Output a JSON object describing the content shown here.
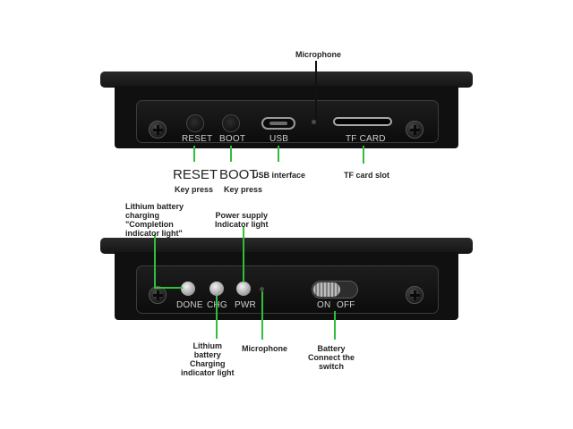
{
  "top_panel": {
    "port_labels": {
      "reset": "RESET",
      "boot": "BOOT",
      "usb": "USB",
      "tf": "TF CARD"
    },
    "callouts": {
      "microphone": "Microphone",
      "reset_title": "RESET",
      "reset_sub": "Key press",
      "boot_title": "BOOT",
      "boot_sub": "Key press",
      "usb": "USB interface",
      "tf": "TF card slot"
    }
  },
  "bottom_panel": {
    "indicator_labels": {
      "done": "DONE",
      "chg": "CHG",
      "pwr": "PWR"
    },
    "switch_labels": {
      "on": "ON",
      "off": "OFF"
    },
    "callouts": {
      "completion_light": "Lithium battery\ncharging\n\"Completion\nindicator light\"",
      "power_light": "Power supply\nIndicator light",
      "charging_light": "Lithium\nbattery\nCharging\nindicator light",
      "microphone": "Microphone",
      "battery_switch": "Battery\nConnect the\nswitch"
    }
  },
  "colors": {
    "callout_line": "#2fbf3c",
    "device_body": "#151515"
  }
}
